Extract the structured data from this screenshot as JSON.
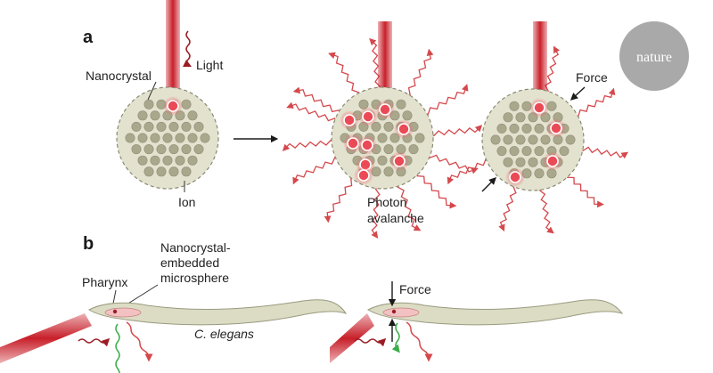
{
  "panel_a": {
    "letter": "a",
    "labels": {
      "light": "Light",
      "nanocrystal": "Nanocrystal",
      "ion": "Ion",
      "photon_line1": "Photon",
      "photon_line2": "avalanche",
      "force": "Force"
    }
  },
  "panel_b": {
    "letter": "b",
    "labels": {
      "microsphere_line1": "Nanocrystal-",
      "microsphere_line2": "embedded",
      "microsphere_line3": "microsphere",
      "pharynx": "Pharynx",
      "force": "Force",
      "species_abbr": "C.",
      "species_name": " elegans"
    }
  },
  "badge": {
    "text": "nature"
  },
  "colors": {
    "beam": "#c8202a",
    "crystal_fill": "#e3e2cf",
    "ion": "#a9a88d",
    "ion_excited": "#ea4a55",
    "emission": "#d5484c",
    "worm_fill": "#dcdcc4",
    "pharynx": "#f3c1c1",
    "green_signal": "#3cad4a",
    "badge": "#a9a9a9"
  }
}
